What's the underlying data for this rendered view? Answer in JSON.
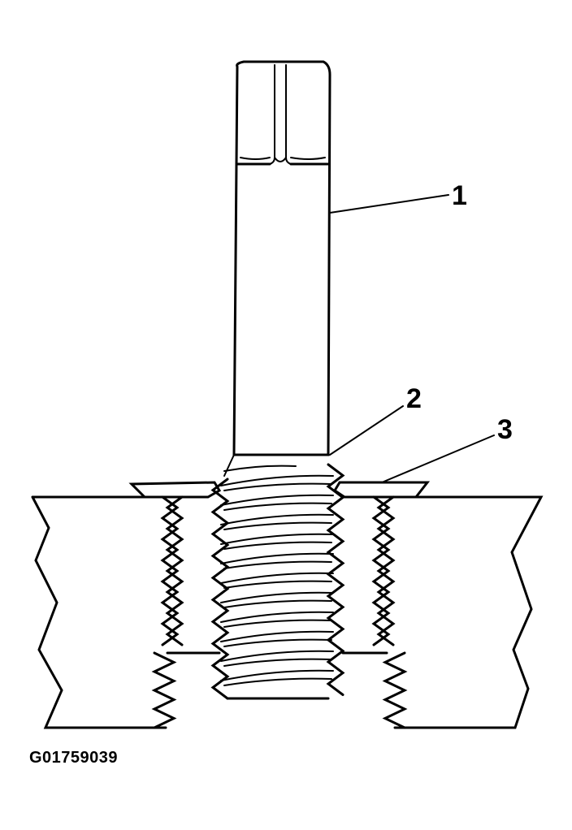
{
  "callouts": [
    {
      "id": "1",
      "label": "1"
    },
    {
      "id": "2",
      "label": "2"
    },
    {
      "id": "3",
      "label": "3"
    }
  ],
  "figure_id": "G01759039"
}
